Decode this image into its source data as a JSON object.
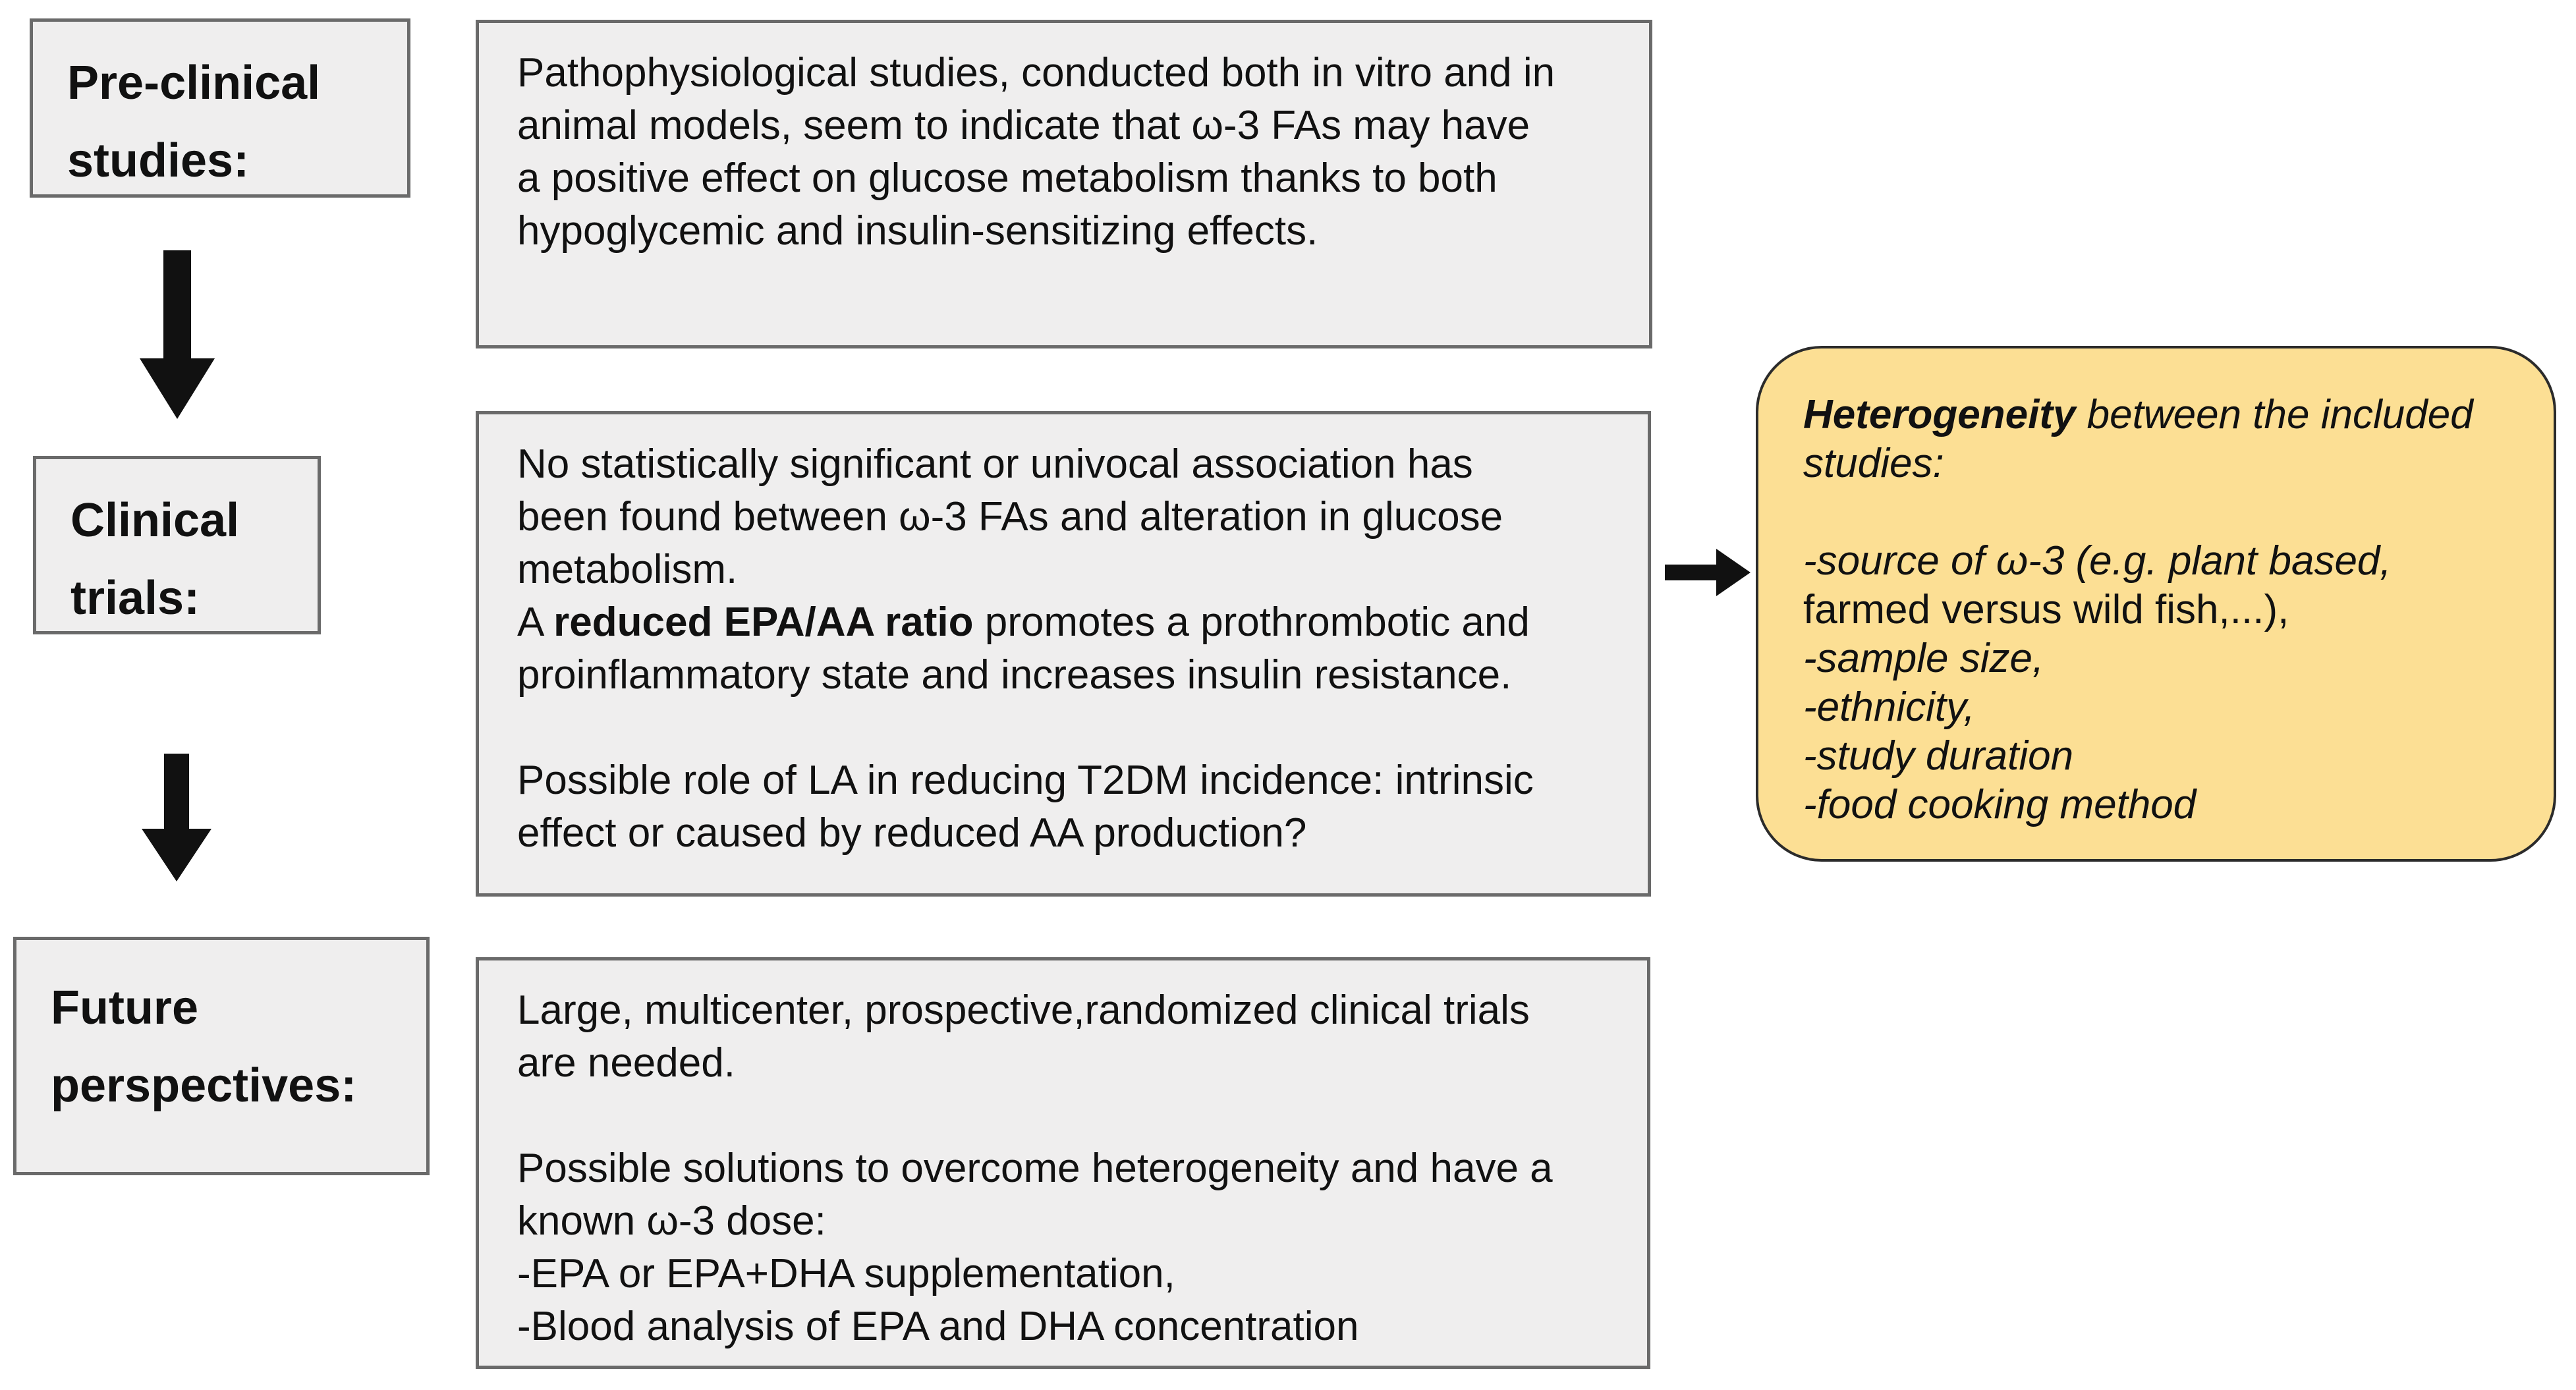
{
  "colors": {
    "background": "#ffffff",
    "stage_box_fill": "#efeeee",
    "stage_box_border": "#6a6a6a",
    "note_fill": "#fcdf94",
    "note_border": "#2b2b2b",
    "arrow": "#111111",
    "text": "#111111"
  },
  "stages": {
    "preclinical": {
      "label_lines": [
        {
          "segs": [
            {
              "t": "Pre-clinical",
              "s": "n"
            }
          ]
        },
        {
          "segs": [
            {
              "t": "studies:",
              "s": "n"
            }
          ]
        }
      ],
      "content_lines": [
        {
          "segs": [
            {
              "t": "Pathophysiological studies, conducted both in vitro and in",
              "s": "n"
            }
          ]
        },
        {
          "segs": [
            {
              "t": "animal models, seem to indicate that ω-3 FAs may have",
              "s": "n"
            }
          ]
        },
        {
          "segs": [
            {
              "t": "a positive effect on glucose metabolism thanks to both",
              "s": "n"
            }
          ]
        },
        {
          "segs": [
            {
              "t": "hypoglycemic and insulin-sensitizing effects.",
              "s": "n"
            }
          ]
        }
      ]
    },
    "clinical": {
      "label_lines": [
        {
          "segs": [
            {
              "t": "Clinical",
              "s": "n"
            }
          ]
        },
        {
          "segs": [
            {
              "t": "trials:",
              "s": "n"
            }
          ]
        }
      ],
      "content_lines": [
        {
          "segs": [
            {
              "t": "No statistically significant or univocal association has",
              "s": "n"
            }
          ]
        },
        {
          "segs": [
            {
              "t": "been found between ω-3 FAs and alteration in glucose",
              "s": "n"
            }
          ]
        },
        {
          "segs": [
            {
              "t": "metabolism.",
              "s": "n"
            }
          ]
        },
        {
          "segs": [
            {
              "t": "A ",
              "s": "n"
            },
            {
              "t": "reduced EPA/AA ratio",
              "s": "b"
            },
            {
              "t": " promotes a prothrombotic and",
              "s": "n"
            }
          ]
        },
        {
          "segs": [
            {
              "t": "proinflammatory state and increases insulin resistance.",
              "s": "n"
            }
          ]
        },
        {
          "blank": true
        },
        {
          "segs": [
            {
              "t": "Possible role of LA in reducing T2DM incidence: intrinsic",
              "s": "n"
            }
          ]
        },
        {
          "segs": [
            {
              "t": "effect or caused by reduced AA production?",
              "s": "n"
            }
          ]
        }
      ]
    },
    "future": {
      "label_lines": [
        {
          "segs": [
            {
              "t": "Future",
              "s": "n"
            }
          ]
        },
        {
          "segs": [
            {
              "t": "perspectives:",
              "s": "n"
            }
          ]
        }
      ],
      "content_lines": [
        {
          "segs": [
            {
              "t": "Large, multicenter, prospective,randomized clinical trials",
              "s": "n"
            }
          ]
        },
        {
          "segs": [
            {
              "t": "are needed.",
              "s": "n"
            }
          ]
        },
        {
          "blank": true
        },
        {
          "segs": [
            {
              "t": "Possible solutions to overcome heterogeneity and have a",
              "s": "n"
            }
          ]
        },
        {
          "segs": [
            {
              "t": "known ω-3 dose:",
              "s": "n"
            }
          ]
        },
        {
          "segs": [
            {
              "t": "-EPA or EPA+DHA supplementation,",
              "s": "n"
            }
          ]
        },
        {
          "segs": [
            {
              "t": "-Blood analysis of EPA and DHA concentration",
              "s": "n"
            }
          ]
        }
      ]
    }
  },
  "note": {
    "lines": [
      {
        "segs": [
          {
            "t": "Heterogeneity",
            "s": "bi"
          },
          {
            "t": " between the included",
            "s": "i"
          }
        ]
      },
      {
        "segs": [
          {
            "t": "studies:",
            "s": "i"
          }
        ]
      },
      {
        "blank": true
      },
      {
        "segs": [
          {
            "t": "-source of ω-3 (e.g. plant based,",
            "s": "i"
          }
        ]
      },
      {
        "segs": [
          {
            "t": "farmed versus wild fish,...),",
            "s": "u"
          }
        ]
      },
      {
        "segs": [
          {
            "t": "-sample size,",
            "s": "i"
          }
        ]
      },
      {
        "segs": [
          {
            "t": "-ethnicity,",
            "s": "i"
          }
        ]
      },
      {
        "segs": [
          {
            "t": "-study duration",
            "s": "i"
          }
        ]
      },
      {
        "segs": [
          {
            "t": "-food cooking method",
            "s": "i"
          }
        ]
      }
    ]
  }
}
